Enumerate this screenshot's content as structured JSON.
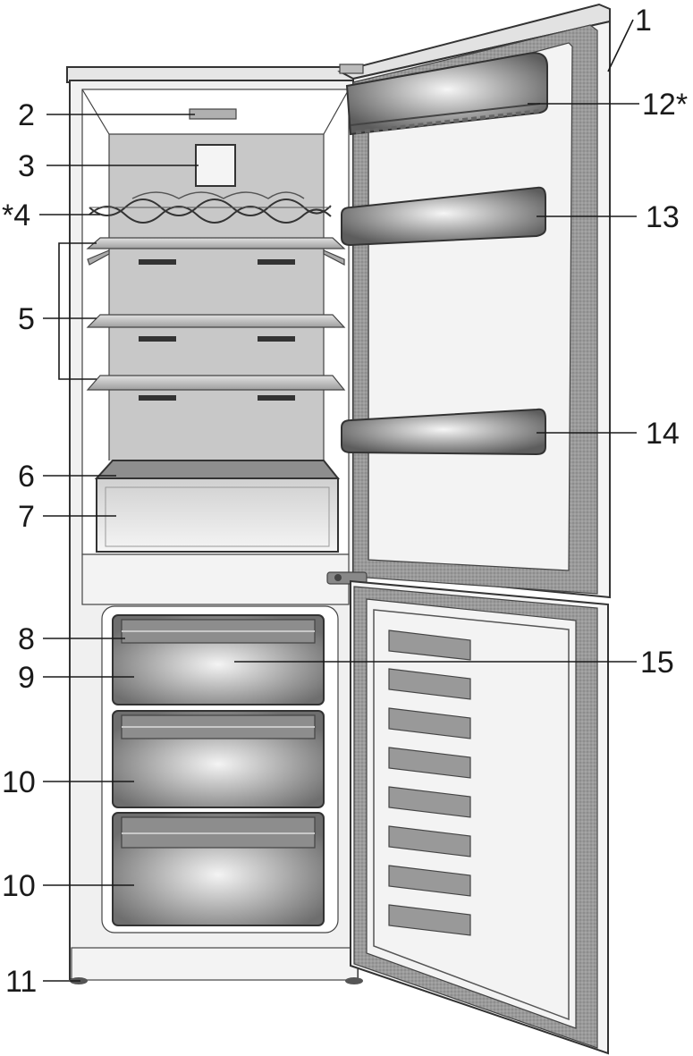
{
  "labels": {
    "l1": "1",
    "l2": "2",
    "l3": "3",
    "l4": "*4",
    "l5": "5",
    "l6": "6",
    "l7": "7",
    "l8": "8",
    "l9": "9",
    "l10a": "10",
    "l10b": "10",
    "l11": "11",
    "l12": "12*",
    "l13": "13",
    "l14": "14",
    "l15": "15"
  },
  "colors": {
    "body": "#eeeeee",
    "interior": "#c6c6c6",
    "shelf": "#b3b3b3",
    "door": "#8e8e8e",
    "door_inner": "#f2f2f2",
    "drawer": "#9c9c9c",
    "line": "#1a1a1a"
  }
}
